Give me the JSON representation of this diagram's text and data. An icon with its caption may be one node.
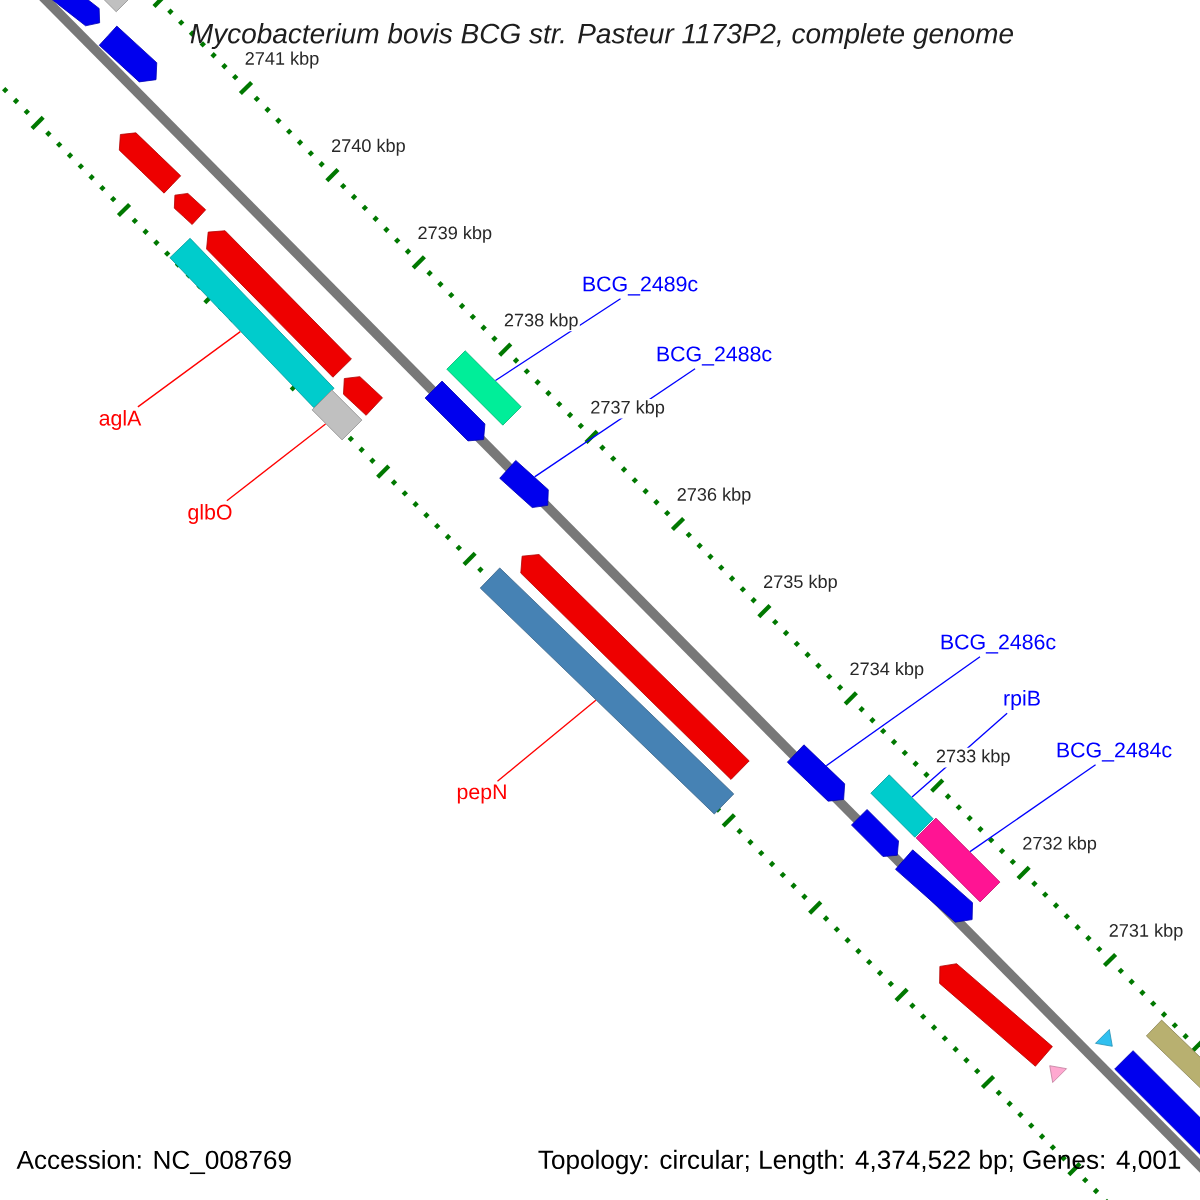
{
  "diagram": {
    "title": "Mycobacterium bovis BCG str. Pasteur 1173P2, complete genome",
    "nodes": [
      {
        "text": [
          "BCG_2489c"
        ]
      },
      {
        "text": [],
        "shape": "bar"
      },
      {
        "text": [
          "BCG_2488c"
        ]
      },
      {
        "text": [],
        "shape": "arrow"
      },
      {
        "text": [
          "aglA"
        ]
      },
      {
        "text": [],
        "shape": "bar"
      },
      {
        "text": [
          "glbO"
        ]
      },
      {
        "text": [],
        "shape": "bar"
      },
      {
        "text": [
          "pepN"
        ]
      },
      {
        "text": [],
        "shape": "bar"
      },
      {
        "text": [
          "BCG_2486c"
        ]
      },
      {
        "text": [],
        "shape": "arrow"
      },
      {
        "text": [
          "rpiB"
        ]
      },
      {
        "text": [],
        "shape": "bar"
      },
      {
        "text": [
          "BCG_2484c"
        ]
      },
      {
        "text": [],
        "shape": "bar"
      },
      {
        "text": [],
        "shape": "arrow"
      },
      {
        "text": [],
        "shape": "bar"
      },
      {
        "text": [],
        "shape": "arrow"
      },
      {
        "text": [],
        "shape": "arrow"
      },
      {
        "text": [],
        "shape": "arrow"
      },
      {
        "text": [],
        "shape": "arrow"
      },
      {
        "text": [],
        "shape": "arrow"
      },
      {
        "text": [],
        "shape": "arrow"
      },
      {
        "text": [],
        "shape": "arrow"
      },
      {
        "text": [],
        "shape": "arrow"
      },
      {
        "text": [],
        "shape": "arrow"
      },
      {
        "text": [],
        "shape": "arrow"
      },
      {
        "text": [],
        "shape": "triangle"
      },
      {
        "text": [],
        "shape": "triangle"
      },
      {
        "text": [],
        "shape": "bar"
      },
      {
        "text": [],
        "shape": "arrow"
      }
    ],
    "edges": [
      {
        "from": 0,
        "to": 1,
        "arrow": "none"
      },
      {
        "from": 2,
        "to": 3,
        "arrow": "none"
      },
      {
        "from": 4,
        "to": 5,
        "arrow": "none",
        "color": "#ff0000"
      },
      {
        "from": 6,
        "to": 7,
        "arrow": "none",
        "color": "#ff0000"
      },
      {
        "from": 8,
        "to": 9,
        "arrow": "none",
        "color": "#ff0000"
      },
      {
        "from": 10,
        "to": 11,
        "arrow": "none"
      },
      {
        "from": 12,
        "to": 13,
        "arrow": "none"
      },
      {
        "from": 14,
        "to": 15,
        "arrow": "none"
      }
    ],
    "labels": [
      "2741 kbp",
      "2740 kbp",
      "2739 kbp",
      "2738 kbp",
      "2737 kbp",
      "2736 kbp",
      "2735 kbp",
      "2734 kbp",
      "2733 kbp",
      "2732 kbp",
      "2731 kbp",
      "Accession: NC_008769",
      "Topology: circular; Length: 4,374,522 bp; Genes: 4,001"
    ]
  }
}
